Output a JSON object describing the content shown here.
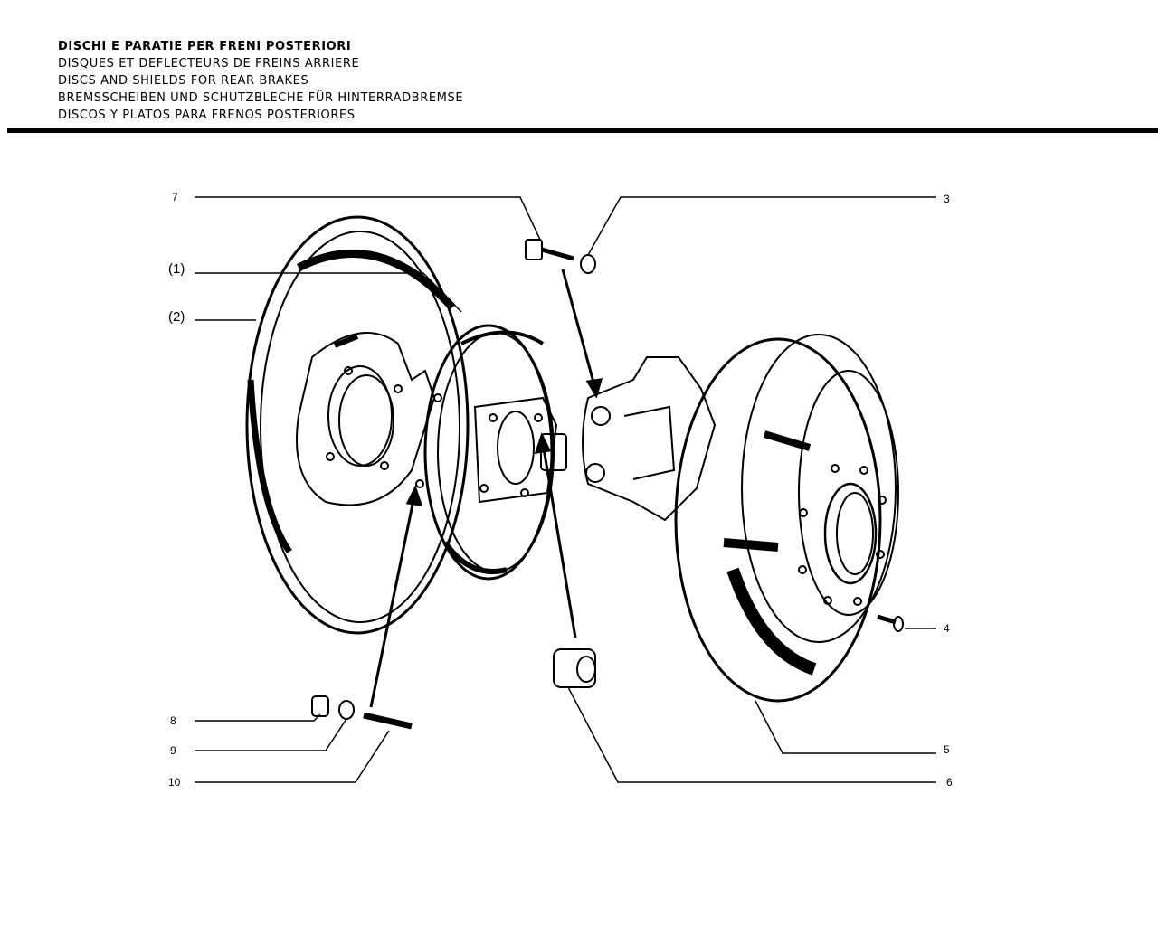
{
  "header": {
    "title_it": "DISCHI E PARATIE PER FRENI POSTERIORI",
    "title_fr": "DISQUES ET DEFLECTEURS DE FREINS ARRIERE",
    "title_en": "DISCS AND SHIELDS FOR REAR BRAKES",
    "title_de": "BREMSSCHEIBEN UND SCHUTZBLECHE FÜR HINTERRADBREMSE",
    "title_es": "DISCOS Y PLATOS PARA FRENOS POSTERIORES"
  },
  "callouts": {
    "c1": "(1)",
    "c2": "(2)",
    "c3": "3",
    "c4": "4",
    "c5": "5",
    "c6": "6",
    "c7": "7",
    "c8": "8",
    "c9": "9",
    "c10": "10"
  }
}
